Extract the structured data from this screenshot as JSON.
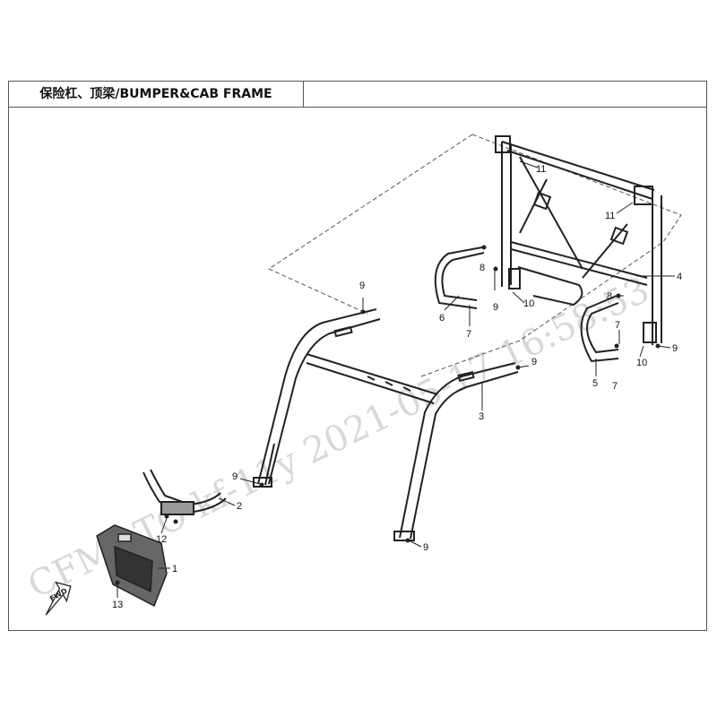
{
  "header": {
    "title": "保险杠、顶梁/BUMPER&CAB FRAME"
  },
  "watermark": {
    "text": "CFMOTO  kf-11y  2021-05-17  16:58:53"
  },
  "forward_marker": {
    "text": "FWD"
  },
  "callouts": [
    {
      "id": "c1",
      "label": "1"
    },
    {
      "id": "c2",
      "label": "2"
    },
    {
      "id": "c3",
      "label": "3"
    },
    {
      "id": "c4",
      "label": "4"
    },
    {
      "id": "c5",
      "label": "5"
    },
    {
      "id": "c6",
      "label": "6"
    },
    {
      "id": "c7a",
      "label": "7"
    },
    {
      "id": "c7b",
      "label": "7"
    },
    {
      "id": "c7c",
      "label": "7"
    },
    {
      "id": "c8a",
      "label": "8"
    },
    {
      "id": "c8b",
      "label": "8"
    },
    {
      "id": "c9a",
      "label": "9"
    },
    {
      "id": "c9b",
      "label": "9"
    },
    {
      "id": "c9c",
      "label": "9"
    },
    {
      "id": "c9d",
      "label": "9"
    },
    {
      "id": "c9e",
      "label": "9"
    },
    {
      "id": "c9f",
      "label": "9"
    },
    {
      "id": "c10a",
      "label": "10"
    },
    {
      "id": "c10b",
      "label": "10"
    },
    {
      "id": "c11a",
      "label": "11"
    },
    {
      "id": "c11b",
      "label": "11"
    },
    {
      "id": "c12",
      "label": "12"
    },
    {
      "id": "c13",
      "label": "13"
    }
  ]
}
